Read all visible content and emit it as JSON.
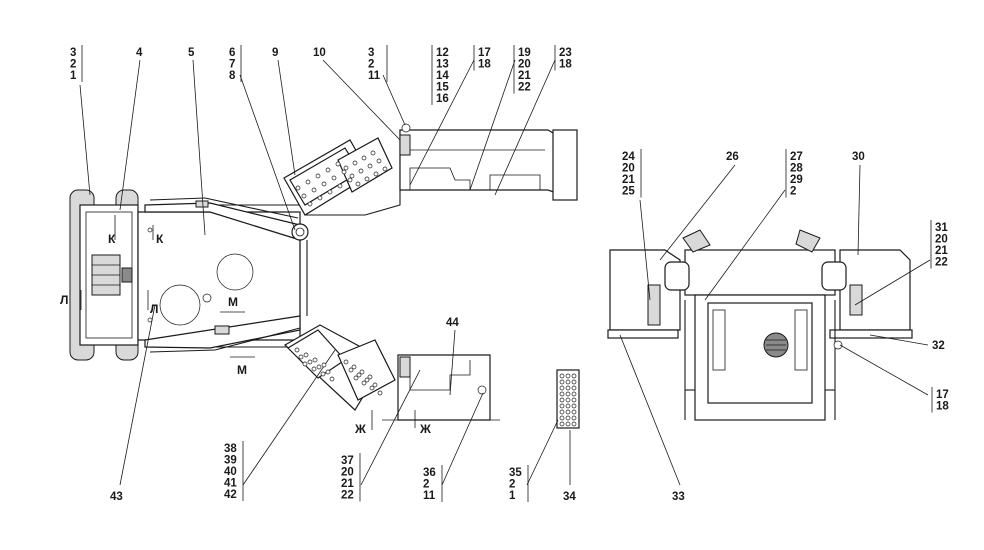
{
  "callouts": {
    "c_3_2_1": [
      "3",
      "2",
      "1"
    ],
    "c_4": [
      "4"
    ],
    "c_5": [
      "5"
    ],
    "c_6_7_8": [
      "6",
      "7",
      "8"
    ],
    "c_9": [
      "9"
    ],
    "c_10": [
      "10"
    ],
    "c_3_2_11": [
      "3",
      "2",
      "11"
    ],
    "c_12_16": [
      "12",
      "13",
      "14",
      "15",
      "16"
    ],
    "c_17_18a": [
      "17",
      "18"
    ],
    "c_19_22": [
      "19",
      "20",
      "21",
      "22"
    ],
    "c_23_18": [
      "23",
      "18"
    ],
    "c_24_25": [
      "24",
      "20",
      "21",
      "25"
    ],
    "c_26": [
      "26"
    ],
    "c_27_2": [
      "27",
      "28",
      "29",
      "2"
    ],
    "c_30": [
      "30"
    ],
    "c_31_22": [
      "31",
      "20",
      "21",
      "22"
    ],
    "c_32": [
      "32"
    ],
    "c_17_18b": [
      "17",
      "18"
    ],
    "c_33": [
      "33"
    ],
    "c_34": [
      "34"
    ],
    "c_35_1": [
      "35",
      "2",
      "1"
    ],
    "c_36_11": [
      "36",
      "2",
      "11"
    ],
    "c_37_22": [
      "37",
      "20",
      "21",
      "22"
    ],
    "c_38_42": [
      "38",
      "39",
      "40",
      "41",
      "42"
    ],
    "c_43": [
      "43"
    ],
    "c_44": [
      "44"
    ]
  },
  "section_marks": {
    "k1": "К",
    "k2": "К",
    "l1": "Л",
    "l2": "Л",
    "m1": "М",
    "m2": "М",
    "zh1": "Ж",
    "zh2": "Ж"
  },
  "colors": {
    "ink": "#1a1a1a",
    "fill_gray": "#d9d9d9",
    "fill_dark": "#8a8a8a",
    "background": "#ffffff"
  }
}
